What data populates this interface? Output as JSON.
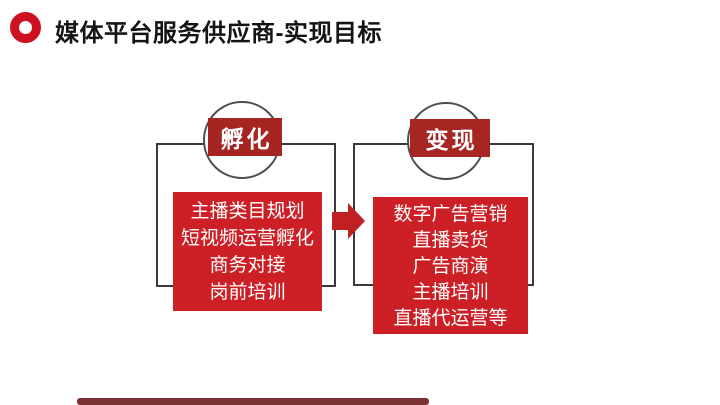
{
  "header": {
    "title": "媒体平台服务供应商-实现目标",
    "title_color": "#141414",
    "bullet_icon": "red-donut",
    "bullet_color": "#ce1120"
  },
  "diagram": {
    "stages": [
      {
        "label": "孵化",
        "items": [
          "主播类目规划",
          "短视频运营孵化",
          "商务对接",
          "岗前培训"
        ]
      },
      {
        "label": "变现",
        "items": [
          "数字广告营销",
          "直播卖货",
          "广告商演",
          "主播培训",
          "直播代运营等"
        ]
      }
    ],
    "arrow_icon": "right-arrow",
    "colors": {
      "stage_tab": "#a52523",
      "item_box": "#cc2026",
      "arrow": "#c01f24",
      "frame_border": "#3a3a3a",
      "circle_border": "#4d4d4d"
    }
  },
  "footer": {
    "bar_color": "#7a3134"
  }
}
